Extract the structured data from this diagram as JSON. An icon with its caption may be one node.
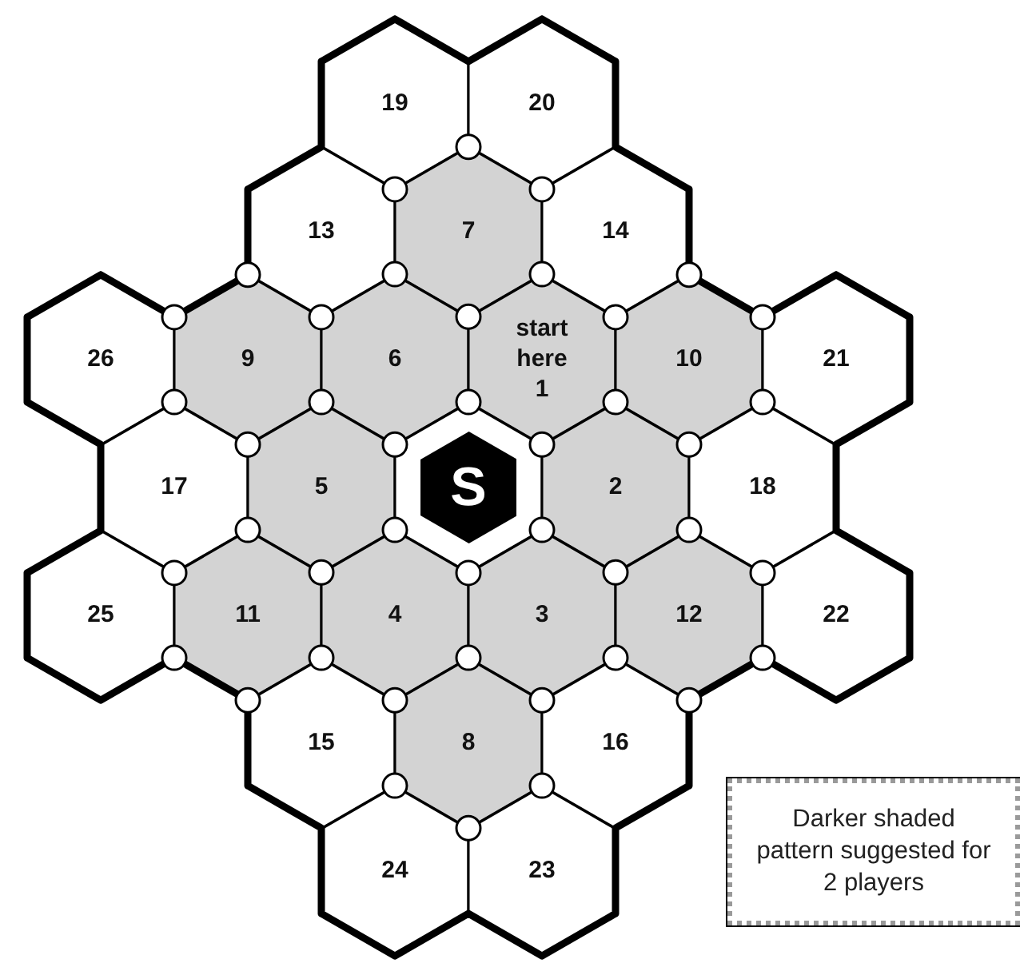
{
  "diagram": {
    "nodes": [
      {
        "text": [
          "19"
        ]
      },
      {
        "text": [
          "20"
        ]
      },
      {
        "text": [
          "13"
        ]
      },
      {
        "text": [
          "7"
        ]
      },
      {
        "text": [
          "14"
        ]
      },
      {
        "text": [
          "26"
        ]
      },
      {
        "text": [
          "9"
        ]
      },
      {
        "text": [
          "6"
        ]
      },
      {
        "text": [
          "start here",
          "1"
        ]
      },
      {
        "text": [
          "10"
        ]
      },
      {
        "text": [
          "21"
        ]
      },
      {
        "text": [
          "17"
        ]
      },
      {
        "text": [
          "5"
        ]
      },
      {
        "text": [],
        "shape": "hexagon"
      },
      {
        "text": [
          "S"
        ],
        "in": 13
      },
      {
        "text": [
          "2"
        ]
      },
      {
        "text": [
          "18"
        ]
      },
      {
        "text": [
          "25"
        ]
      },
      {
        "text": [
          "11"
        ]
      },
      {
        "text": [
          "4"
        ]
      },
      {
        "text": [
          "3"
        ]
      },
      {
        "text": [
          "12"
        ]
      },
      {
        "text": [
          "22"
        ]
      },
      {
        "text": [
          "15"
        ]
      },
      {
        "text": [
          "8"
        ]
      },
      {
        "text": [
          "16"
        ]
      },
      {
        "text": [
          "Darker shaded pattern suggested for 2 players"
        ]
      },
      {
        "text": [
          "24"
        ]
      },
      {
        "text": [
          "23"
        ]
      }
    ],
    "edges": []
  }
}
